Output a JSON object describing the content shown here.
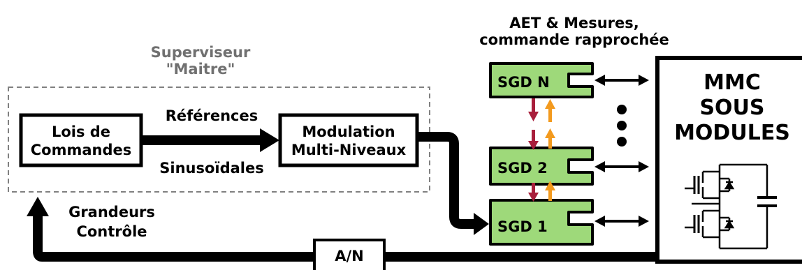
{
  "supervisor": {
    "title_line1": "Superviseur",
    "title_line2": "\"Maitre\""
  },
  "control_laws": {
    "line1": "Lois de",
    "line2": "Commandes"
  },
  "modulation": {
    "line1": "Modulation",
    "line2": "Multi-Niveaux"
  },
  "link_labels": {
    "references": "Références",
    "sinusoidales": "Sinusoïdales"
  },
  "feedback": {
    "line1": "Grandeurs",
    "line2": "Contrôle",
    "converter": "A/N"
  },
  "aet": {
    "line1": "AET & Mesures,",
    "line2": "commande rapprochée"
  },
  "drivers": {
    "sgd_n": "SGD N",
    "sgd_2": "SGD 2",
    "sgd_1": "SGD 1"
  },
  "mmc": {
    "line1": "MMC",
    "line2": "SOUS",
    "line3": "MODULES"
  },
  "colors": {
    "sgd_fill": "#9ed97a",
    "arrow_down": "#a81f3c",
    "arrow_up": "#f39a1e",
    "frame": "#000000",
    "dashed": "#808080"
  },
  "icons": {
    "ellipsis": "vertical-dots-icon",
    "bidirectional": "double-arrow-icon",
    "transistor": "mosfet-icon",
    "capacitor": "capacitor-icon"
  }
}
